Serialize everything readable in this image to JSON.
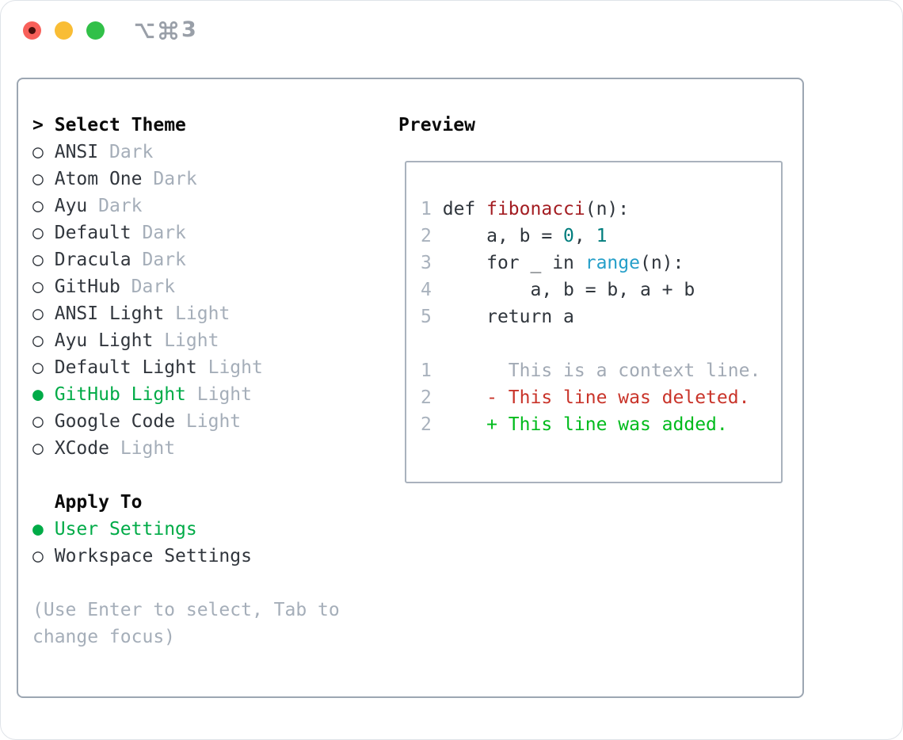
{
  "window": {
    "title_shortcut": {
      "text": "⌥⌘3",
      "modifiers": [
        "option",
        "command"
      ],
      "number": "3"
    },
    "traffic_lights": [
      "close",
      "minimize",
      "zoom"
    ]
  },
  "theme_picker": {
    "prompt": ">",
    "header": "Select Theme",
    "radio_selected": "●",
    "radio_unselected": "○",
    "items": [
      {
        "name": "ANSI",
        "variant": "Dark",
        "selected": false
      },
      {
        "name": "Atom One",
        "variant": "Dark",
        "selected": false
      },
      {
        "name": "Ayu",
        "variant": "Dark",
        "selected": false
      },
      {
        "name": "Default",
        "variant": "Dark",
        "selected": false
      },
      {
        "name": "Dracula",
        "variant": "Dark",
        "selected": false
      },
      {
        "name": "GitHub",
        "variant": "Dark",
        "selected": false
      },
      {
        "name": "ANSI Light",
        "variant": "Light",
        "selected": false
      },
      {
        "name": "Ayu Light",
        "variant": "Light",
        "selected": false
      },
      {
        "name": "Default Light",
        "variant": "Light",
        "selected": false
      },
      {
        "name": "GitHub Light",
        "variant": "Light",
        "selected": true
      },
      {
        "name": "Google Code",
        "variant": "Light",
        "selected": false
      },
      {
        "name": "XCode",
        "variant": "Light",
        "selected": false
      }
    ]
  },
  "apply_to": {
    "header": "Apply To",
    "options": [
      {
        "label": "User Settings",
        "selected": true
      },
      {
        "label": "Workspace Settings",
        "selected": false
      }
    ]
  },
  "hint": "(Use Enter to select, Tab to change focus)",
  "preview": {
    "header": "Preview",
    "lines": [
      {
        "no": "1",
        "tokens": [
          {
            "t": "def ",
            "c": "text"
          },
          {
            "t": "fibonacci",
            "c": "func"
          },
          {
            "t": "(n):",
            "c": "text"
          }
        ]
      },
      {
        "no": "2",
        "tokens": [
          {
            "t": "    a, b = ",
            "c": "text"
          },
          {
            "t": "0",
            "c": "num"
          },
          {
            "t": ", ",
            "c": "text"
          },
          {
            "t": "1",
            "c": "num"
          }
        ]
      },
      {
        "no": "3",
        "tokens": [
          {
            "t": "    for _ in ",
            "c": "text"
          },
          {
            "t": "range",
            "c": "builtin"
          },
          {
            "t": "(n):",
            "c": "text"
          }
        ]
      },
      {
        "no": "4",
        "tokens": [
          {
            "t": "        a, b = b, a + b",
            "c": "text"
          }
        ]
      },
      {
        "no": "5",
        "tokens": [
          {
            "t": "    return a",
            "c": "text"
          }
        ]
      },
      {
        "no": "",
        "tokens": []
      },
      {
        "no": "1",
        "tokens": [
          {
            "t": "      This is a context line.",
            "c": "context"
          }
        ]
      },
      {
        "no": "2",
        "tokens": [
          {
            "t": "    - This line was deleted.",
            "c": "deleted"
          }
        ]
      },
      {
        "no": "2",
        "tokens": [
          {
            "t": "    + This line was added.",
            "c": "added"
          }
        ]
      }
    ]
  },
  "colors": {
    "selection_green": "#00ab47",
    "added_green": "#00bb1c",
    "deleted_red": "#c9342a",
    "function_red": "#a31d22",
    "number_teal": "#007d7d",
    "builtin_blue": "#259fc9",
    "muted_gray": "#a5aeb9",
    "text_dark": "#31363d",
    "box_border_gray": "#9ca6b2",
    "traffic_red": "#f8605a",
    "traffic_yellow": "#f9bd35",
    "traffic_green": "#31c048"
  }
}
